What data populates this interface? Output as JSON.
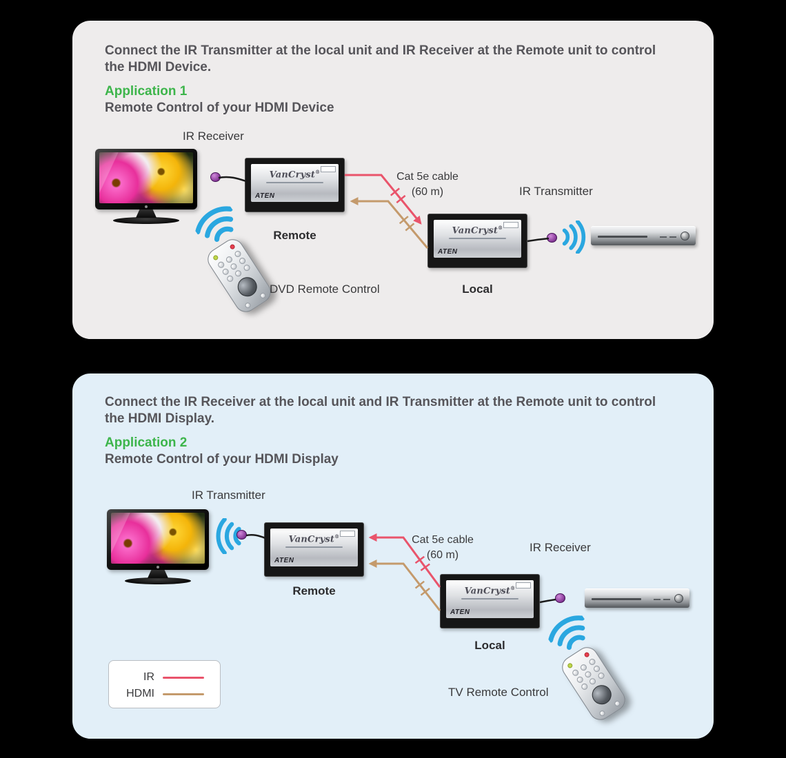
{
  "app1": {
    "intro": "Connect the IR Transmitter at the local unit and IR Receiver at the Remote unit to control the HDMI Device.",
    "heading": "Application 1",
    "subheading": "Remote Control of your HDMI Device",
    "ir_receiver_label": "IR Receiver",
    "ir_transmitter_label": "IR Transmitter",
    "remote_label": "Remote",
    "local_label": "Local",
    "cable_label_line1": "Cat 5e cable",
    "cable_label_line2": "(60 m)",
    "remote_control_label": "DVD Remote Control"
  },
  "app2": {
    "intro": "Connect the IR Receiver at the local unit and IR Transmitter at the Remote unit to control the HDMI Display.",
    "heading": "Application 2",
    "subheading": "Remote Control of your HDMI Display",
    "ir_transmitter_label": "IR Transmitter",
    "ir_receiver_label": "IR Receiver",
    "remote_label": "Remote",
    "local_label": "Local",
    "cable_label_line1": "Cat 5e cable",
    "cable_label_line2": "(60 m)",
    "remote_control_label": "TV Remote Control"
  },
  "legend": {
    "ir_label": "IR",
    "hdmi_label": "HDMI"
  },
  "device_unit": {
    "brand": "VanCryst",
    "reg": "®",
    "logo": "ATEN"
  },
  "colors": {
    "ir_line": "#e9546b",
    "hdmi_line": "#c49a6c",
    "ir_wave_blue": "#2aa7e0",
    "accent_green": "#3db54b",
    "dongle_purple": "#8d3f9e",
    "panel1_bg": "#eeecec",
    "panel2_bg": "#e2eff8"
  }
}
